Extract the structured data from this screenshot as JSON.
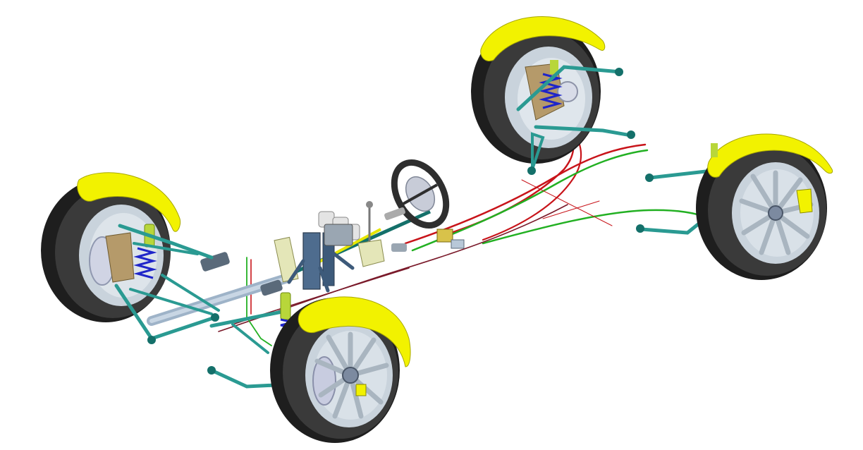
{
  "colors": {
    "background": "#ffffff",
    "tire": "#3a3a3a",
    "tire_edge": "#1e1e1e",
    "tire_highlight": "#5c5c5c",
    "rim": "#c9d3dc",
    "rim_dark": "#8e9aa6",
    "fender": "#f2f200",
    "fender_shade": "#c8c800",
    "control_arm": "#2a9a92",
    "control_arm_dark": "#14706a",
    "spring": "#1f25c9",
    "damper": "#b8d63a",
    "caliper": "#b59a6a",
    "brake_line_red": "#c8141a",
    "brake_line_green": "#22b022",
    "brake_line_dark": "#7a1a2a",
    "steering_wheel": "#2e2e2e",
    "master_cylinder": "#e4e4e4",
    "pedal_box": "#3d5a7a"
  },
  "components": [
    "front-left-wheel",
    "front-right-wheel",
    "rear-left-wheel",
    "rear-right-wheel",
    "steering-wheel",
    "steering-rack",
    "pedal-box",
    "brake-lines"
  ]
}
